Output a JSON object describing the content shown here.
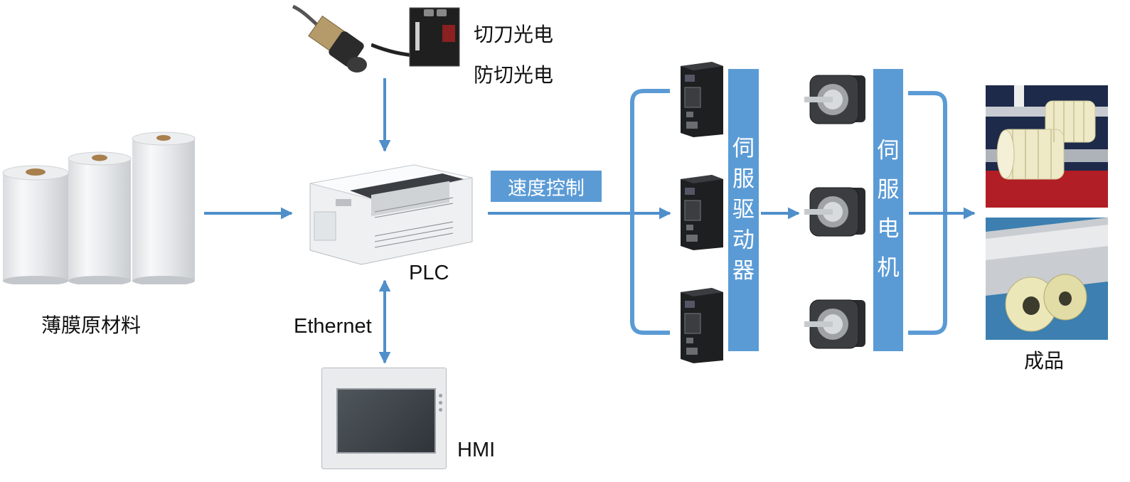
{
  "labels": {
    "raw_material": "薄膜原材料",
    "sensor_cut": "切刀光电",
    "sensor_anticut": "防切光电",
    "plc": "PLC",
    "ethernet": "Ethernet",
    "hmi": "HMI",
    "speed_control": "速度控制",
    "servo_driver": [
      "伺",
      "服",
      "驱",
      "动",
      "器"
    ],
    "servo_motor": [
      "伺",
      "服",
      "电",
      "机"
    ],
    "product": "成品"
  },
  "colors": {
    "accent": "#5b9bd5",
    "arrow": "#4f8fca"
  },
  "icons": [
    "film-roll-icon",
    "proximity-sensor-icon",
    "photoelectric-sensor-icon",
    "plc-icon",
    "hmi-panel-icon",
    "servo-driver-icon",
    "servo-motor-icon",
    "product-photo"
  ]
}
